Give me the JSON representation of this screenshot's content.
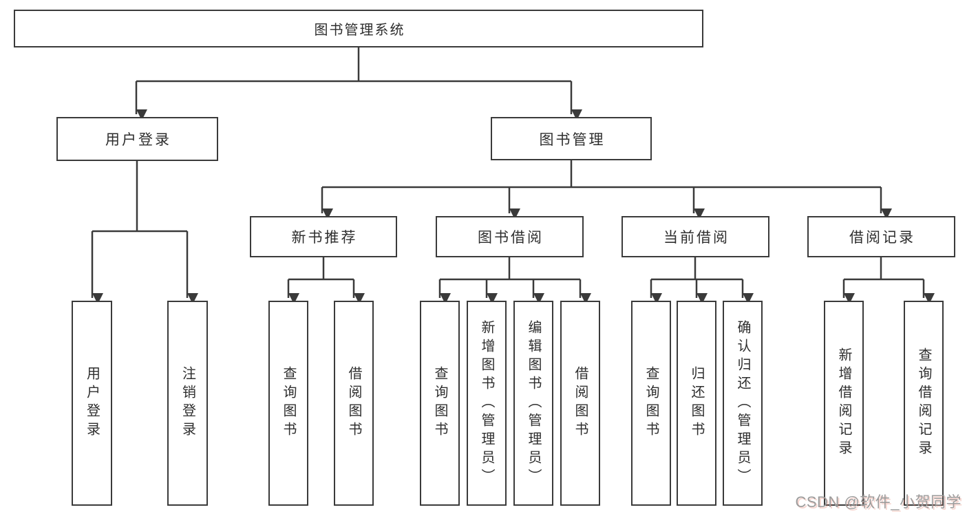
{
  "tree": {
    "label": "图书管理系统",
    "children": [
      {
        "label": "用户登录",
        "children": [
          {
            "label": "用户登录"
          },
          {
            "label": "注销登录"
          }
        ]
      },
      {
        "label": "图书管理",
        "children": [
          {
            "label": "新书推荐",
            "children": [
              {
                "label": "查询图书"
              },
              {
                "label": "借阅图书"
              }
            ]
          },
          {
            "label": "图书借阅",
            "children": [
              {
                "label": "查询图书"
              },
              {
                "label": "新增图书（管理员）"
              },
              {
                "label": "编辑图书（管理员）"
              },
              {
                "label": "借阅图书"
              }
            ]
          },
          {
            "label": "当前借阅",
            "children": [
              {
                "label": "查询图书"
              },
              {
                "label": "归还图书"
              },
              {
                "label": "确认归还（管理员）"
              }
            ]
          },
          {
            "label": "借阅记录",
            "children": [
              {
                "label": "新增借阅记录"
              },
              {
                "label": "查询借阅记录"
              }
            ]
          }
        ]
      }
    ]
  },
  "watermark": {
    "text": "CSDN @软件_小贺同学"
  },
  "colors": {
    "line": "#3a3a3a",
    "box_border": "#3a3a3a",
    "box_fill": "#ffffff",
    "text": "#2e2e2e",
    "watermark": "#9c9c9c",
    "background": "#ffffff"
  }
}
